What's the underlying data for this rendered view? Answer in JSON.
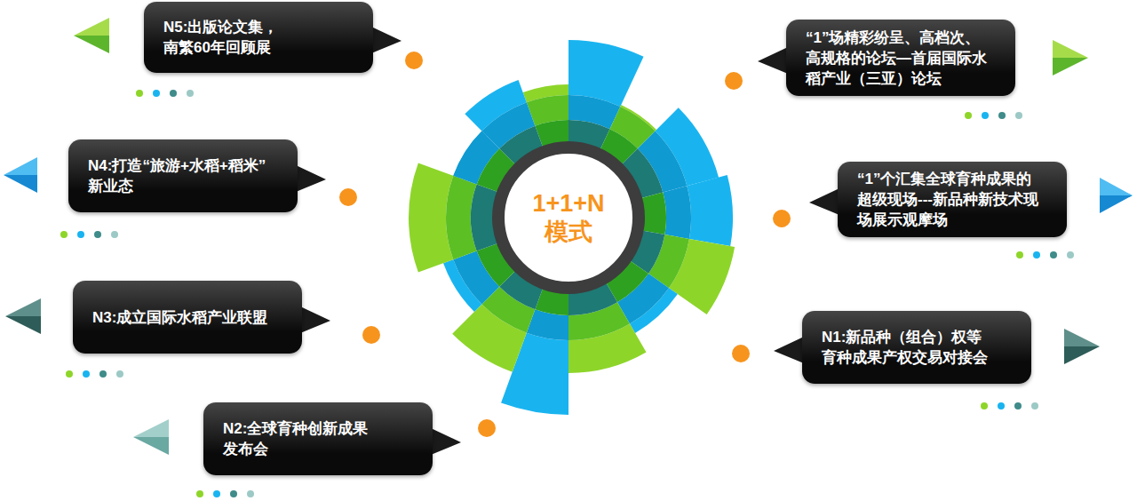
{
  "diagram": {
    "nodes": [
      {
        "text": [
          "1+1+N 模式"
        ]
      },
      {
        "text": [
          "N5:出版论文集， 南繁60年回顾展"
        ]
      },
      {
        "text": [
          "“1”场精彩纷呈、高档次、 高规格的论坛—首届国际水 稻产业（三亚）论坛"
        ]
      },
      {
        "text": [
          "N4:打造“旅游+水稻+稻米” 新业态"
        ]
      },
      {
        "text": [
          "“1”个汇集全球育种成果的 超级现场---新品种新技术现 场展示观摩场"
        ]
      },
      {
        "text": [
          "N3:成立国际水稻产业联盟"
        ]
      },
      {
        "text": [
          "N1:新品种（组合）权等 育种成果产权交易对接会"
        ]
      },
      {
        "text": [
          "N2:全球育种创新成果 发布会"
        ]
      }
    ]
  }
}
